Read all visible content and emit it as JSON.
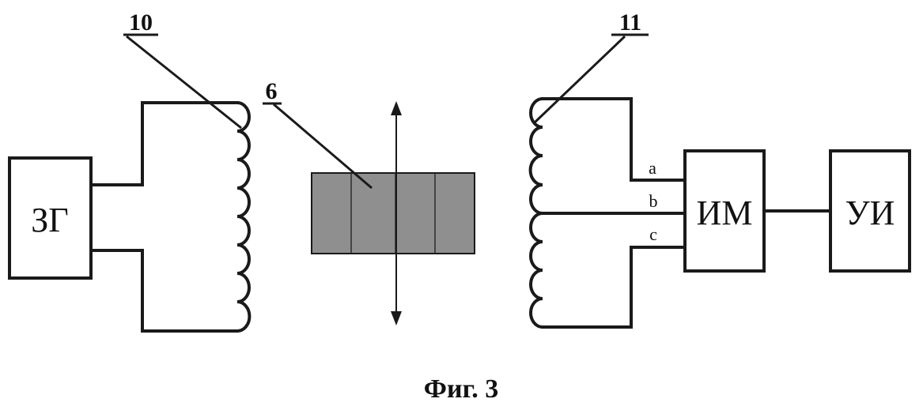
{
  "figure": {
    "caption": "Фиг. 3",
    "core_fill_color": "#8f8f8f",
    "line_color": "#1a1a1a"
  },
  "blocks": {
    "generator": {
      "label": "ЗГ"
    },
    "measuring": {
      "label": "ИМ"
    },
    "indicator": {
      "label": "УИ"
    }
  },
  "references": {
    "primary_coil": "10",
    "core": "6",
    "secondary_coil": "11"
  },
  "taps": {
    "a": "a",
    "b": "b",
    "c": "c"
  }
}
